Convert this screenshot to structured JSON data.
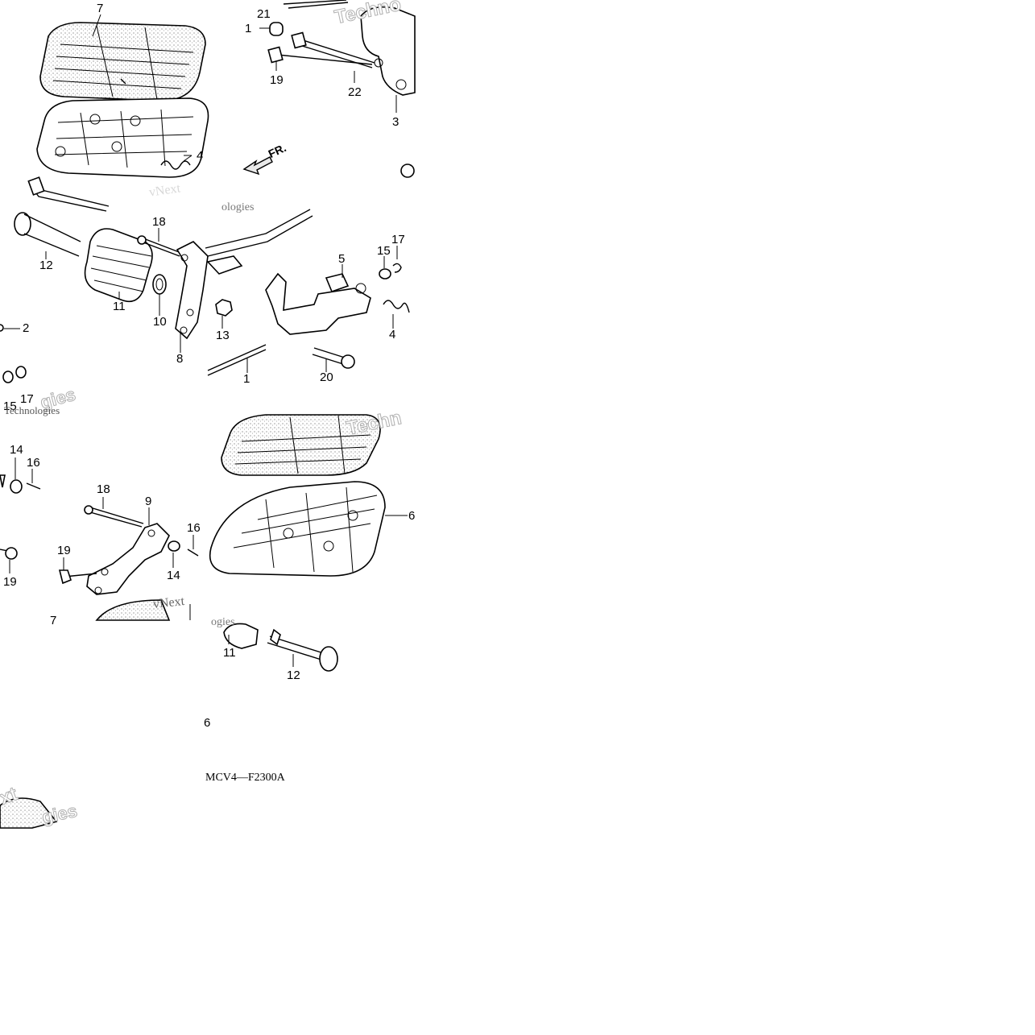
{
  "diagram": {
    "code": "MCV4—F2300A",
    "direction_label": "FR.",
    "watermarks": [
      "vNext",
      "Technologies",
      "Techno",
      "ogies",
      "ologies",
      "xt",
      "gies",
      "Techn"
    ],
    "callouts": {
      "t1": [
        "7",
        "21",
        "1",
        "19",
        "22",
        "3",
        "4"
      ],
      "t2": [
        "18",
        "5",
        "15",
        "17",
        "12",
        "11",
        "10",
        "13",
        "4",
        "8",
        "20",
        "1",
        "2",
        "17",
        "15"
      ],
      "t3": [
        "14",
        "16",
        "18",
        "9",
        "16",
        "19",
        "14",
        "19",
        "6",
        "7"
      ],
      "t4": [
        "11",
        "12",
        "6"
      ]
    }
  }
}
